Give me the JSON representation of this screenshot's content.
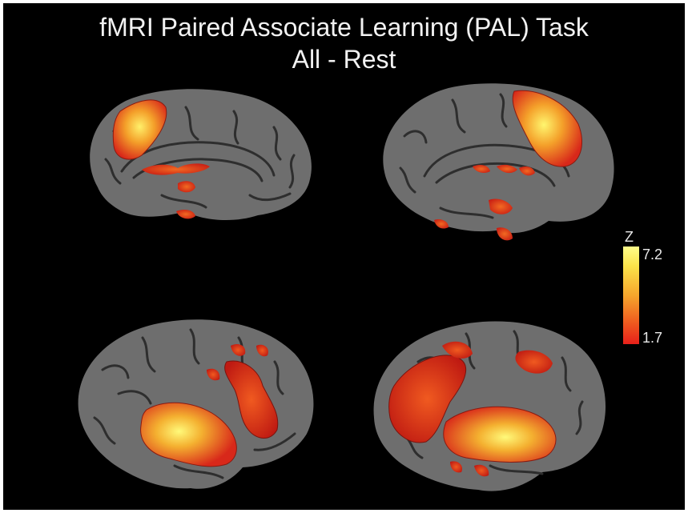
{
  "figure": {
    "title_line1": "fMRI Paired Associate Learning (PAL) Task",
    "title_line2": "All - Rest",
    "background_color": "#000000",
    "cortex_color": "#6e6e6e",
    "sulcus_color": "#2e2e2e"
  },
  "brain_views": [
    {
      "view": "medial-left",
      "position": "top-left"
    },
    {
      "view": "medial-right",
      "position": "top-right"
    },
    {
      "view": "lateral-left",
      "position": "bottom-left"
    },
    {
      "view": "lateral-right",
      "position": "bottom-right"
    }
  ],
  "colorbar": {
    "label": "Z",
    "max_label": "7.2",
    "min_label": "1.7",
    "max_value": 7.2,
    "min_value": 1.7,
    "color_high": "#fffd8a",
    "color_low": "#e8201a"
  }
}
